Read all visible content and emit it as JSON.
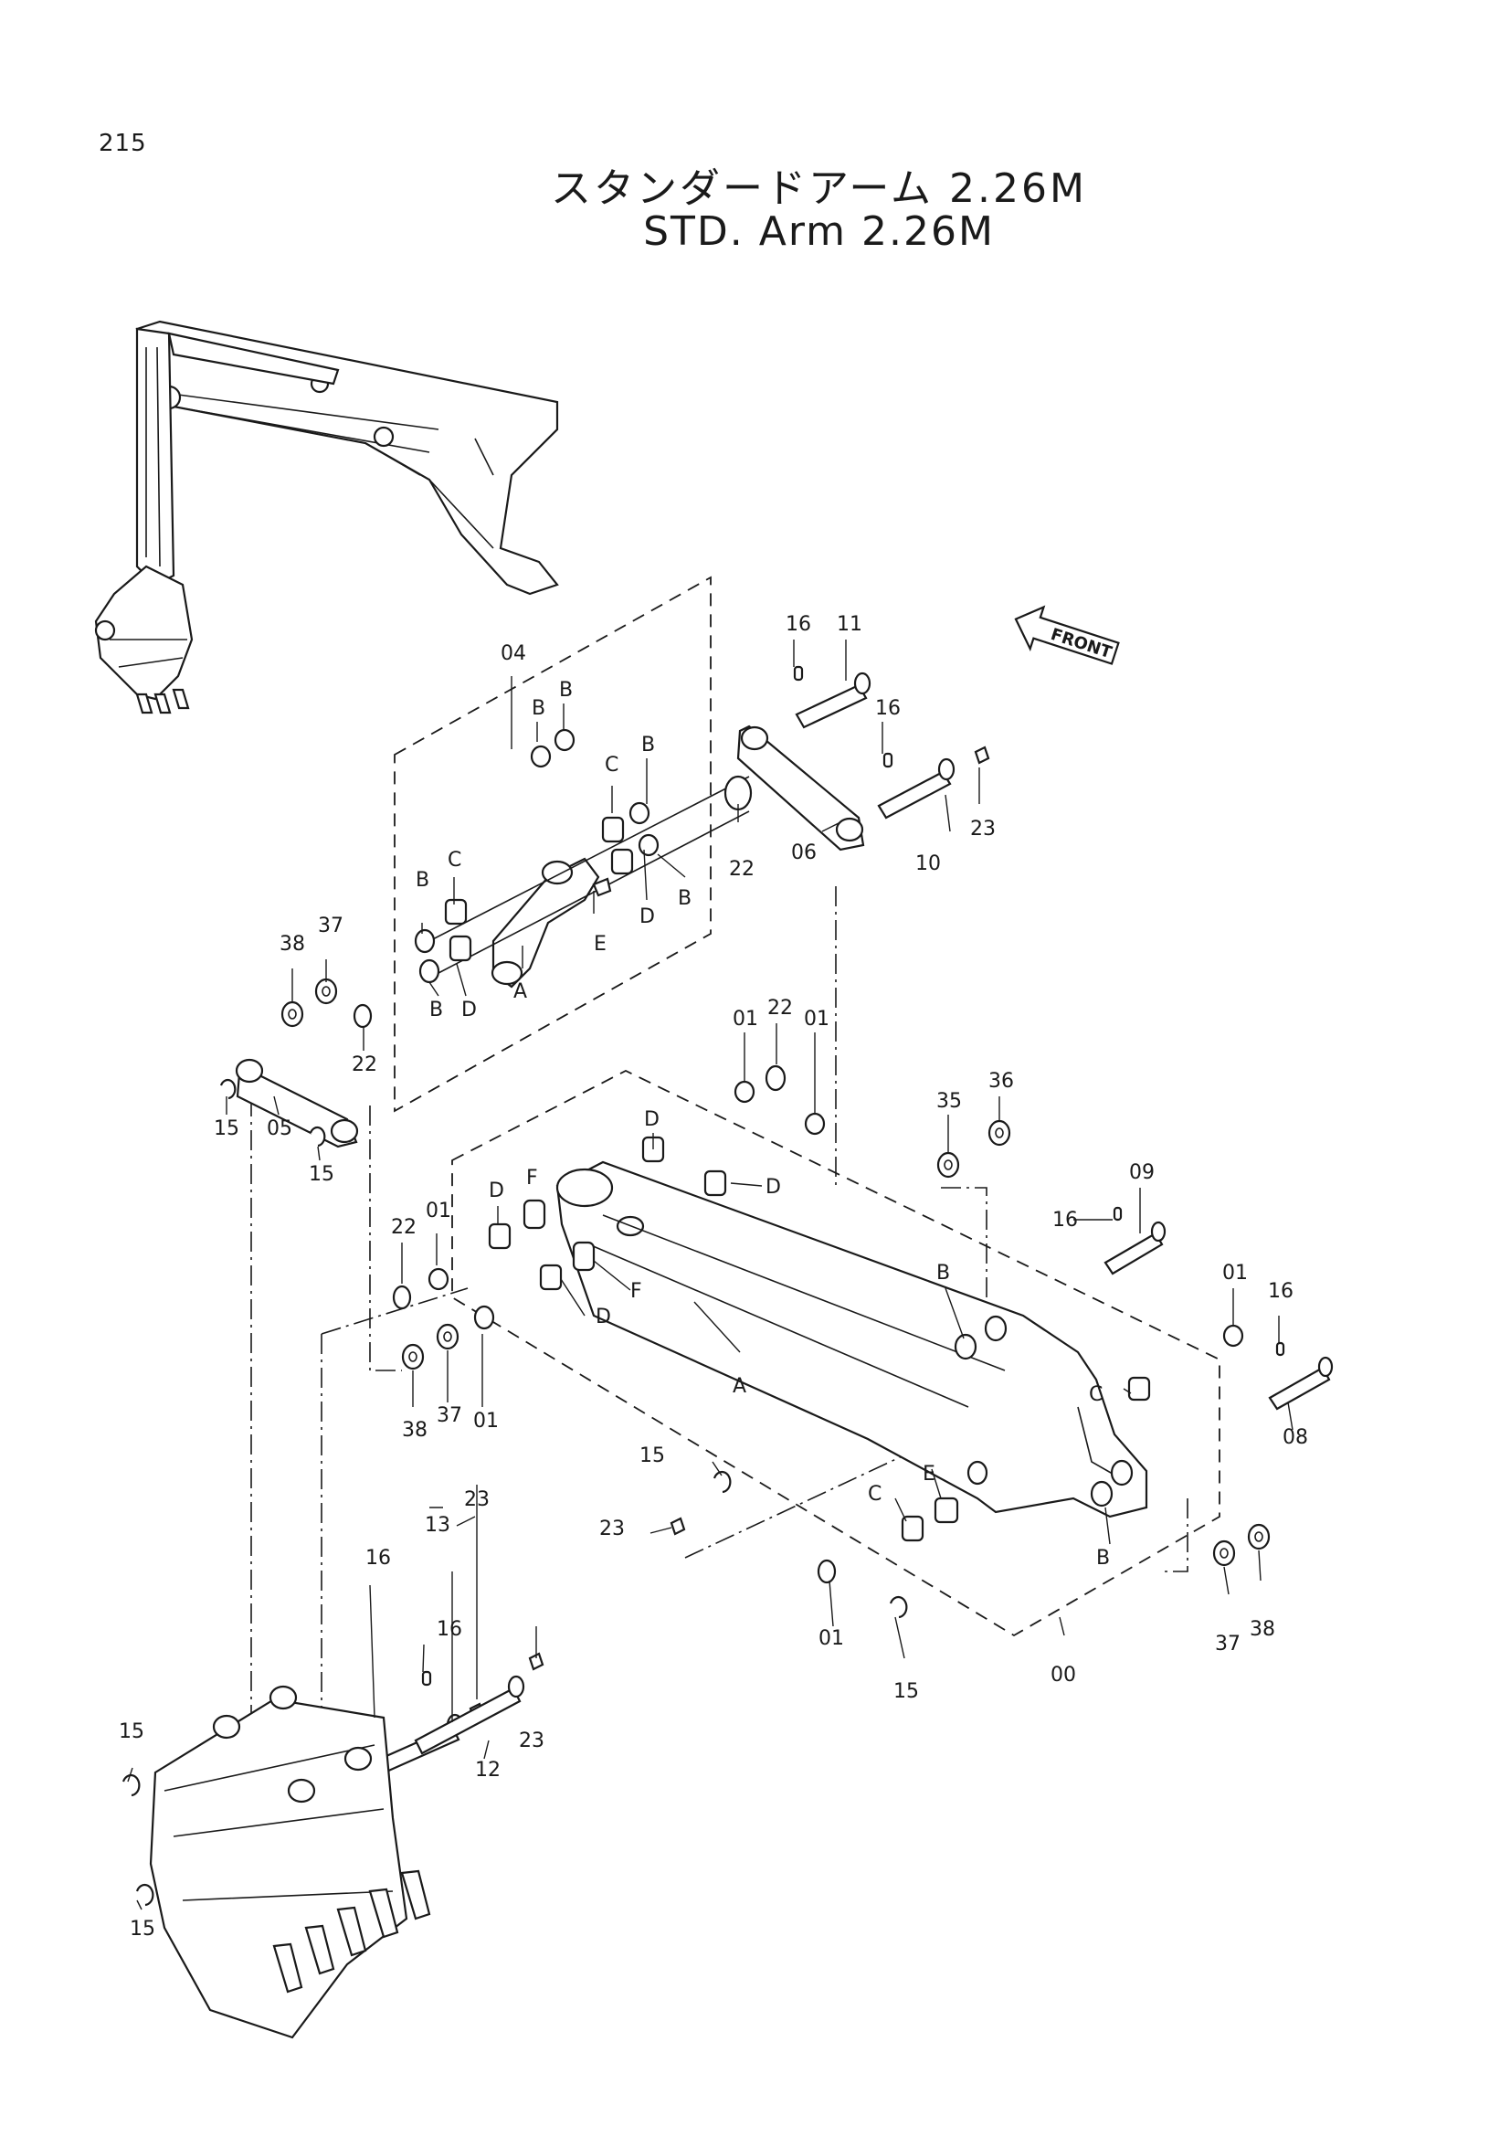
{
  "page_number": "215",
  "title_jp": "スタンダードアーム 2.26M",
  "title_en": "STD. Arm 2.26M",
  "front_label": "FRONT",
  "callouts": [
    {
      "id": "04",
      "text": "04"
    },
    {
      "id": "16a",
      "text": "16"
    },
    {
      "id": "11",
      "text": "11"
    },
    {
      "id": "16b",
      "text": "16"
    },
    {
      "id": "B1",
      "text": "B"
    },
    {
      "id": "B2",
      "text": "B"
    },
    {
      "id": "C1",
      "text": "C"
    },
    {
      "id": "B3",
      "text": "B"
    },
    {
      "id": "22a",
      "text": "22"
    },
    {
      "id": "06",
      "text": "06"
    },
    {
      "id": "10",
      "text": "10"
    },
    {
      "id": "23a",
      "text": "23"
    },
    {
      "id": "C2",
      "text": "C"
    },
    {
      "id": "B4",
      "text": "B"
    },
    {
      "id": "38a",
      "text": "38"
    },
    {
      "id": "37a",
      "text": "37"
    },
    {
      "id": "E1",
      "text": "E"
    },
    {
      "id": "D1",
      "text": "D"
    },
    {
      "id": "B5",
      "text": "B"
    },
    {
      "id": "B6",
      "text": "B"
    },
    {
      "id": "D2",
      "text": "D"
    },
    {
      "id": "A1",
      "text": "A"
    },
    {
      "id": "22b",
      "text": "22"
    },
    {
      "id": "01a",
      "text": "01"
    },
    {
      "id": "22c",
      "text": "22"
    },
    {
      "id": "01b",
      "text": "01"
    },
    {
      "id": "15a",
      "text": "15"
    },
    {
      "id": "05",
      "text": "05"
    },
    {
      "id": "15b",
      "text": "15"
    },
    {
      "id": "D3",
      "text": "D"
    },
    {
      "id": "D4",
      "text": "D"
    },
    {
      "id": "35",
      "text": "35"
    },
    {
      "id": "36",
      "text": "36"
    },
    {
      "id": "D5",
      "text": "D"
    },
    {
      "id": "01c",
      "text": "01"
    },
    {
      "id": "F1",
      "text": "F"
    },
    {
      "id": "09",
      "text": "09"
    },
    {
      "id": "16c",
      "text": "16"
    },
    {
      "id": "22d",
      "text": "22"
    },
    {
      "id": "F2",
      "text": "F"
    },
    {
      "id": "D6",
      "text": "D"
    },
    {
      "id": "01d",
      "text": "01"
    },
    {
      "id": "16d",
      "text": "16"
    },
    {
      "id": "B7",
      "text": "B"
    },
    {
      "id": "A2",
      "text": "A"
    },
    {
      "id": "C3",
      "text": "C"
    },
    {
      "id": "01e",
      "text": "01"
    },
    {
      "id": "38b",
      "text": "38"
    },
    {
      "id": "37b",
      "text": "37"
    },
    {
      "id": "08",
      "text": "08"
    },
    {
      "id": "15c",
      "text": "15"
    },
    {
      "id": "E2",
      "text": "E"
    },
    {
      "id": "C4",
      "text": "C"
    },
    {
      "id": "23b",
      "text": "23"
    },
    {
      "id": "B8",
      "text": "B"
    },
    {
      "id": "13",
      "text": "13"
    },
    {
      "id": "23c",
      "text": "23"
    },
    {
      "id": "16e",
      "text": "16"
    },
    {
      "id": "01f",
      "text": "01"
    },
    {
      "id": "37c",
      "text": "37"
    },
    {
      "id": "38c",
      "text": "38"
    },
    {
      "id": "16f",
      "text": "16"
    },
    {
      "id": "15d",
      "text": "15"
    },
    {
      "id": "00",
      "text": "00"
    },
    {
      "id": "23d",
      "text": "23"
    },
    {
      "id": "15e",
      "text": "15"
    },
    {
      "id": "12",
      "text": "12"
    },
    {
      "id": "15f",
      "text": "15"
    }
  ]
}
